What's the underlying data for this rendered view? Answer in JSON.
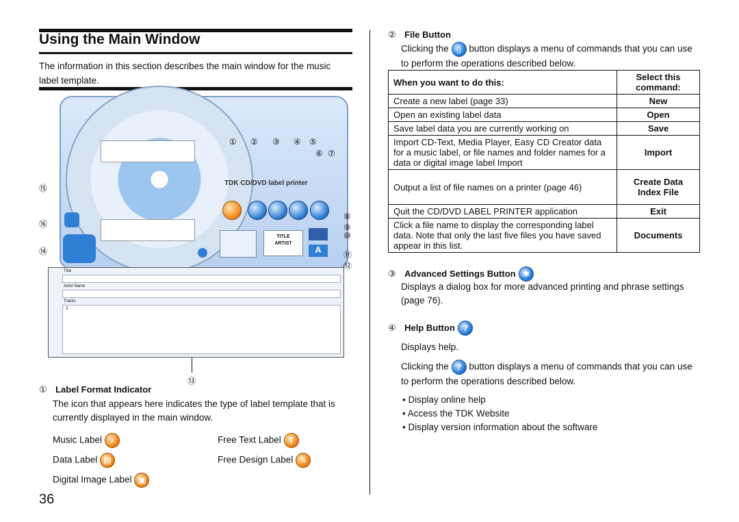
{
  "page": {
    "title": "Using the Main Window",
    "intro": "The information in this section describes the main window for the music label template.",
    "page_number": "36"
  },
  "screenshot": {
    "brand": "TDK CD/DVD label printer",
    "callouts": [
      "①",
      "②",
      "③",
      "④",
      "⑤",
      "⑥",
      "⑦",
      "⑧",
      "⑨",
      "⑩",
      "⑪",
      "⑫",
      "⑬",
      "⑭",
      "⑮",
      "⑯"
    ],
    "form_labels": [
      "Title",
      "Artist Name",
      "Tracks"
    ],
    "tracks_first": "1",
    "thumb_title": "TITLE",
    "thumb_artist": "ARTIST"
  },
  "label_format": {
    "num": "①",
    "heading": "Label Format Indicator",
    "text": "The icon that appears here indicates the type of label template that is currently displayed in the main window.",
    "items": [
      {
        "label": "Music Label",
        "icon": "music-note-icon"
      },
      {
        "label": "Free Text Label",
        "icon": "free-text-icon"
      },
      {
        "label": "Data Label",
        "icon": "data-icon"
      },
      {
        "label": "Free Design Label",
        "icon": "free-design-icon"
      },
      {
        "label": "Digital Image Label",
        "icon": "image-icon"
      }
    ]
  },
  "file_button": {
    "num": "②",
    "heading": "File Button",
    "text_before": "Clicking the",
    "text_after": "button displays a menu of commands that you can use to perform the operations described below.",
    "table": {
      "col1": "When you want to do this:",
      "col2": "Select this command:",
      "rows": [
        {
          "what": "Create a new label (page 33)",
          "cmd": "New"
        },
        {
          "what": "Open an existing label data",
          "cmd": "Open"
        },
        {
          "what": "Save label data you are currently working on",
          "cmd": "Save"
        },
        {
          "what": "Import CD-Text, Media Player, Easy CD Creator data for a music label, or file names and folder names for a data or digital image label Import",
          "cmd": "Import"
        },
        {
          "what": "Output a list of file names on a printer (page 46)",
          "cmd": "Create Data Index File"
        },
        {
          "what": "Quit the CD/DVD LABEL PRINTER application",
          "cmd": "Exit"
        },
        {
          "what": "Click a file name to display the corresponding label data. Note that only the last five files you have saved appear in this list.",
          "cmd": "Documents"
        }
      ]
    }
  },
  "advanced": {
    "num": "③",
    "heading": "Advanced Settings Button",
    "text": "Displays a dialog box for more advanced printing and phrase settings (page 76)."
  },
  "help": {
    "num": "④",
    "heading": "Help Button",
    "text1": "Displays help.",
    "text_before": "Clicking the",
    "text_after": "button displays a menu of commands that you can use to  perform the operations described below.",
    "bullets": [
      "Display online help",
      "Access the TDK Website",
      "Display version information about the software"
    ]
  }
}
